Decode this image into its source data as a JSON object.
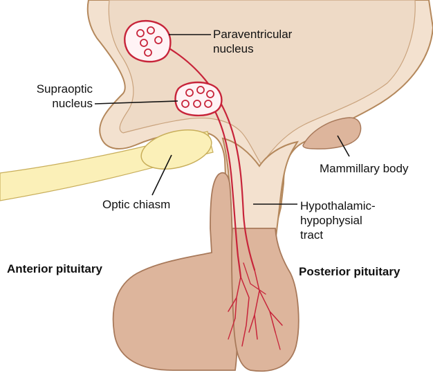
{
  "labels": {
    "paraventricular": [
      "Paraventricular",
      "nucleus"
    ],
    "supraoptic": [
      "Supraoptic",
      "nucleus"
    ],
    "mammillary": "Mammillary body",
    "optic_chiasm": "Optic chiasm",
    "tract": [
      "Hypothalamic-",
      "hypophysial",
      "tract"
    ],
    "anterior": "Anterior pituitary",
    "posterior": "Posterior pituitary"
  },
  "colors": {
    "tissue": "#f3e1cf",
    "tissue_outline": "#b4885c",
    "pituitary": "#ddb59c",
    "pituitary_outline": "#a8795a",
    "optic": "#fbf0b8",
    "optic_outline": "#c8ae5a",
    "neuron": "#c7243a",
    "nucleus_fill": "#fff3f5"
  }
}
